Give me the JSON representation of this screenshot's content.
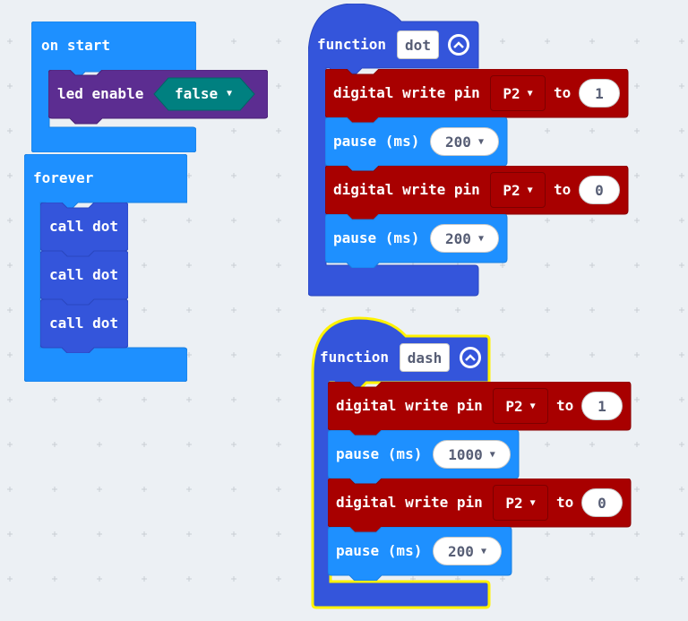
{
  "colors": {
    "workspace_bg": "#ecf0f4",
    "event_blue": "#1e90ff",
    "led_purple": "#5c2d91",
    "led_teal": "#008080",
    "function_blue": "#3455db",
    "pins_red": "#a80000",
    "selected_outline": "#fff200"
  },
  "on_start": {
    "label": "on start",
    "led_enable": {
      "label": "led enable",
      "value": "false"
    }
  },
  "forever": {
    "label": "forever",
    "calls": [
      "call dot",
      "call dot",
      "call dot"
    ]
  },
  "functions": [
    {
      "keyword": "function",
      "name": "dot",
      "collapse_icon": "chevron-up-circle-icon",
      "steps": [
        {
          "kind": "digital_write",
          "label": "digital write pin",
          "pin": "P2",
          "to_label": "to",
          "value": "1"
        },
        {
          "kind": "pause",
          "label": "pause (ms)",
          "ms": "200"
        },
        {
          "kind": "digital_write",
          "label": "digital write pin",
          "pin": "P2",
          "to_label": "to",
          "value": "0"
        },
        {
          "kind": "pause",
          "label": "pause (ms)",
          "ms": "200"
        }
      ]
    },
    {
      "keyword": "function",
      "name": "dash",
      "selected": true,
      "collapse_icon": "chevron-up-circle-icon",
      "steps": [
        {
          "kind": "digital_write",
          "label": "digital write pin",
          "pin": "P2",
          "to_label": "to",
          "value": "1"
        },
        {
          "kind": "pause",
          "label": "pause (ms)",
          "ms": "1000"
        },
        {
          "kind": "digital_write",
          "label": "digital write pin",
          "pin": "P2",
          "to_label": "to",
          "value": "0"
        },
        {
          "kind": "pause",
          "label": "pause (ms)",
          "ms": "200"
        }
      ]
    }
  ]
}
